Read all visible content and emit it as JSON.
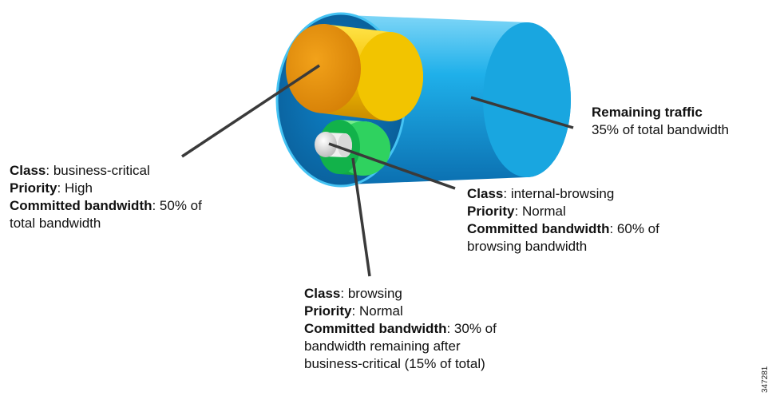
{
  "colors": {
    "remaining_pipe": "#19a6e0",
    "business_critical_pipe": "#e8900a",
    "browsing_pipe": "#22c95a",
    "internal_browsing_pipe": "#e6e6e6",
    "leader_line": "#3a3a3a"
  },
  "remaining": {
    "title": "Remaining traffic",
    "detail": "35% of total bandwidth"
  },
  "business_critical": {
    "class_key": "Class",
    "class_value": ": business-critical",
    "priority_key": "Priority",
    "priority_value": ":  High",
    "bandwidth_key": "Committed bandwidth",
    "bandwidth_value": ": 50% of",
    "bandwidth_line2": "total bandwidth"
  },
  "internal_browsing": {
    "class_key": "Class",
    "class_value": ": internal-browsing",
    "priority_key": "Priority",
    "priority_value": ":  Normal",
    "bandwidth_key": "Committed  bandwidth",
    "bandwidth_value": ": 60% of",
    "bandwidth_line2": "browsing bandwidth"
  },
  "browsing": {
    "class_key": "Class",
    "class_value": ": browsing",
    "priority_key": "Priority",
    "priority_value": ":  Normal",
    "bandwidth_key": "Committed bandwidth",
    "bandwidth_value": ": 30% of",
    "bandwidth_line2": "bandwidth remaining after",
    "bandwidth_line3": "business-critical (15% of total)"
  },
  "figure_id": "347281"
}
